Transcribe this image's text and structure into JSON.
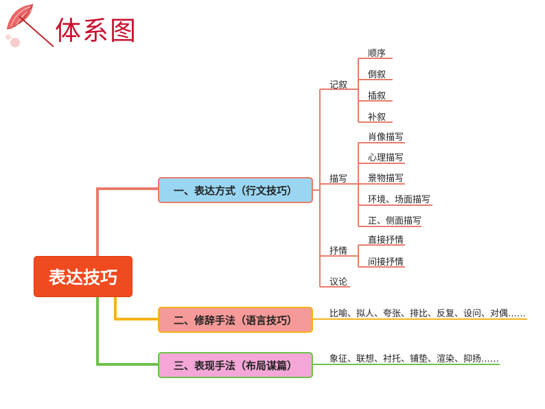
{
  "page": {
    "title": "体系图"
  },
  "mindmap": {
    "root": "表达技巧",
    "categories": [
      {
        "label": "一、表达方式（行文技巧）",
        "groups": [
          {
            "label": "记叙",
            "items": [
              "顺序",
              "倒叙",
              "插叙",
              "补叙"
            ]
          },
          {
            "label": "描写",
            "items": [
              "肖像描写",
              "心理描写",
              "景物描写",
              "环境、场面描写",
              "正、侧面描写"
            ]
          },
          {
            "label": "抒情",
            "items": [
              "直接抒情",
              "间接抒情"
            ]
          },
          {
            "label": "议论",
            "items": []
          }
        ]
      },
      {
        "label": "二、修辞手法（语言技巧）",
        "description": "比喻、拟人、夸张、排比、反复、设问、对偶……"
      },
      {
        "label": "三、表现手法（布局谋篇）",
        "description": "象征、联想、衬托、铺垫、渲染、抑扬……"
      }
    ]
  },
  "colors": {
    "title": "#c8102e",
    "root_fill": "#f04a1f",
    "branch1": "#e97a6a",
    "branch2": "#f6b21a",
    "branch3": "#6cc24a",
    "cat1_fill": "#9ad6f2",
    "cat2_fill": "#f59a98",
    "cat3_fill": "#f3a6d7"
  }
}
